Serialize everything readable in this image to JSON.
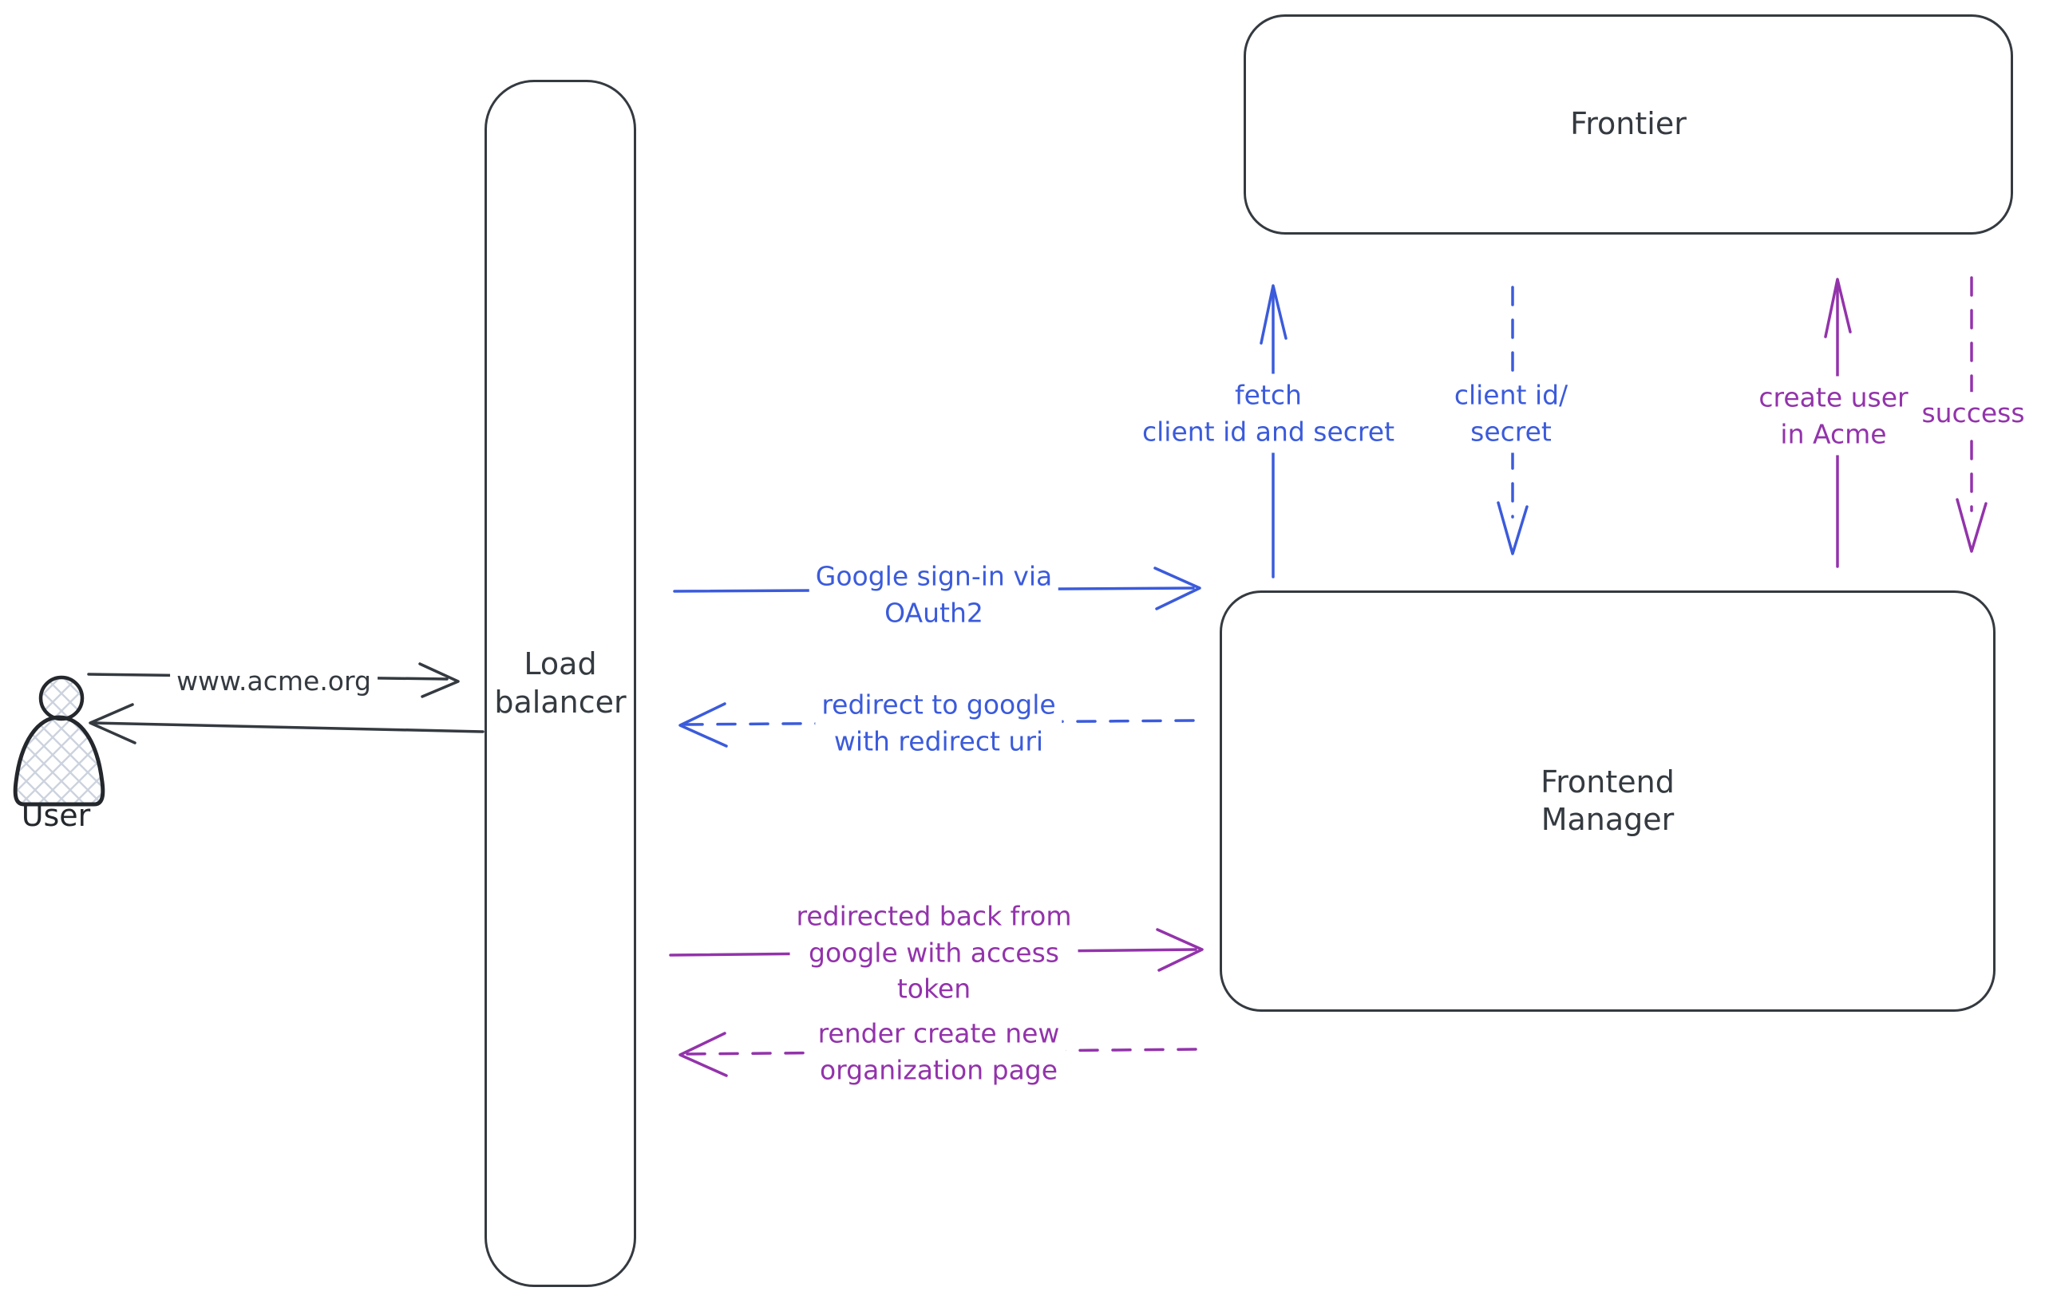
{
  "colors": {
    "ink": "#343a40",
    "blue": "#3b5bdb",
    "purple": "#9333ab",
    "hatch_fill": "#ccd3de",
    "background": "#ffffff"
  },
  "nodes": {
    "user": {
      "label": "User",
      "icon": "person-icon"
    },
    "load_balancer": {
      "label": "Load\nbalancer"
    },
    "frontier": {
      "label": "Frontier"
    },
    "frontend_manager": {
      "label": "Frontend\nManager"
    }
  },
  "edges": {
    "www_acme": {
      "label": "www.acme.org",
      "style": "solid",
      "color": "ink",
      "from": "user",
      "to": "load_balancer"
    },
    "return_to_user": {
      "label": "",
      "style": "solid",
      "color": "ink",
      "from": "load_balancer",
      "to": "user"
    },
    "google_signin": {
      "label": "Google sign-in via\nOAuth2",
      "style": "solid",
      "color": "blue",
      "from": "load_balancer",
      "to": "frontend_manager"
    },
    "redirect_google": {
      "label": "redirect to google\nwith redirect uri",
      "style": "dashed",
      "color": "blue",
      "from": "frontend_manager",
      "to": "load_balancer"
    },
    "fetch_client": {
      "label": "fetch\nclient id and secret",
      "style": "solid",
      "color": "blue",
      "from": "frontend_manager",
      "to": "frontier"
    },
    "client_id_secret": {
      "label": "client id/\nsecret",
      "style": "dashed",
      "color": "blue",
      "from": "frontier",
      "to": "frontend_manager"
    },
    "create_user": {
      "label": "create user\nin Acme",
      "style": "solid",
      "color": "purple",
      "from": "frontend_manager",
      "to": "frontier"
    },
    "success": {
      "label": "success",
      "style": "dashed",
      "color": "purple",
      "from": "frontier",
      "to": "frontend_manager"
    },
    "redirected_back": {
      "label": "redirected back from\ngoogle with access\ntoken",
      "style": "solid",
      "color": "purple",
      "from": "load_balancer",
      "to": "frontend_manager"
    },
    "render_page": {
      "label": "render create new\norganization page",
      "style": "dashed",
      "color": "purple",
      "from": "frontend_manager",
      "to": "load_balancer"
    }
  }
}
